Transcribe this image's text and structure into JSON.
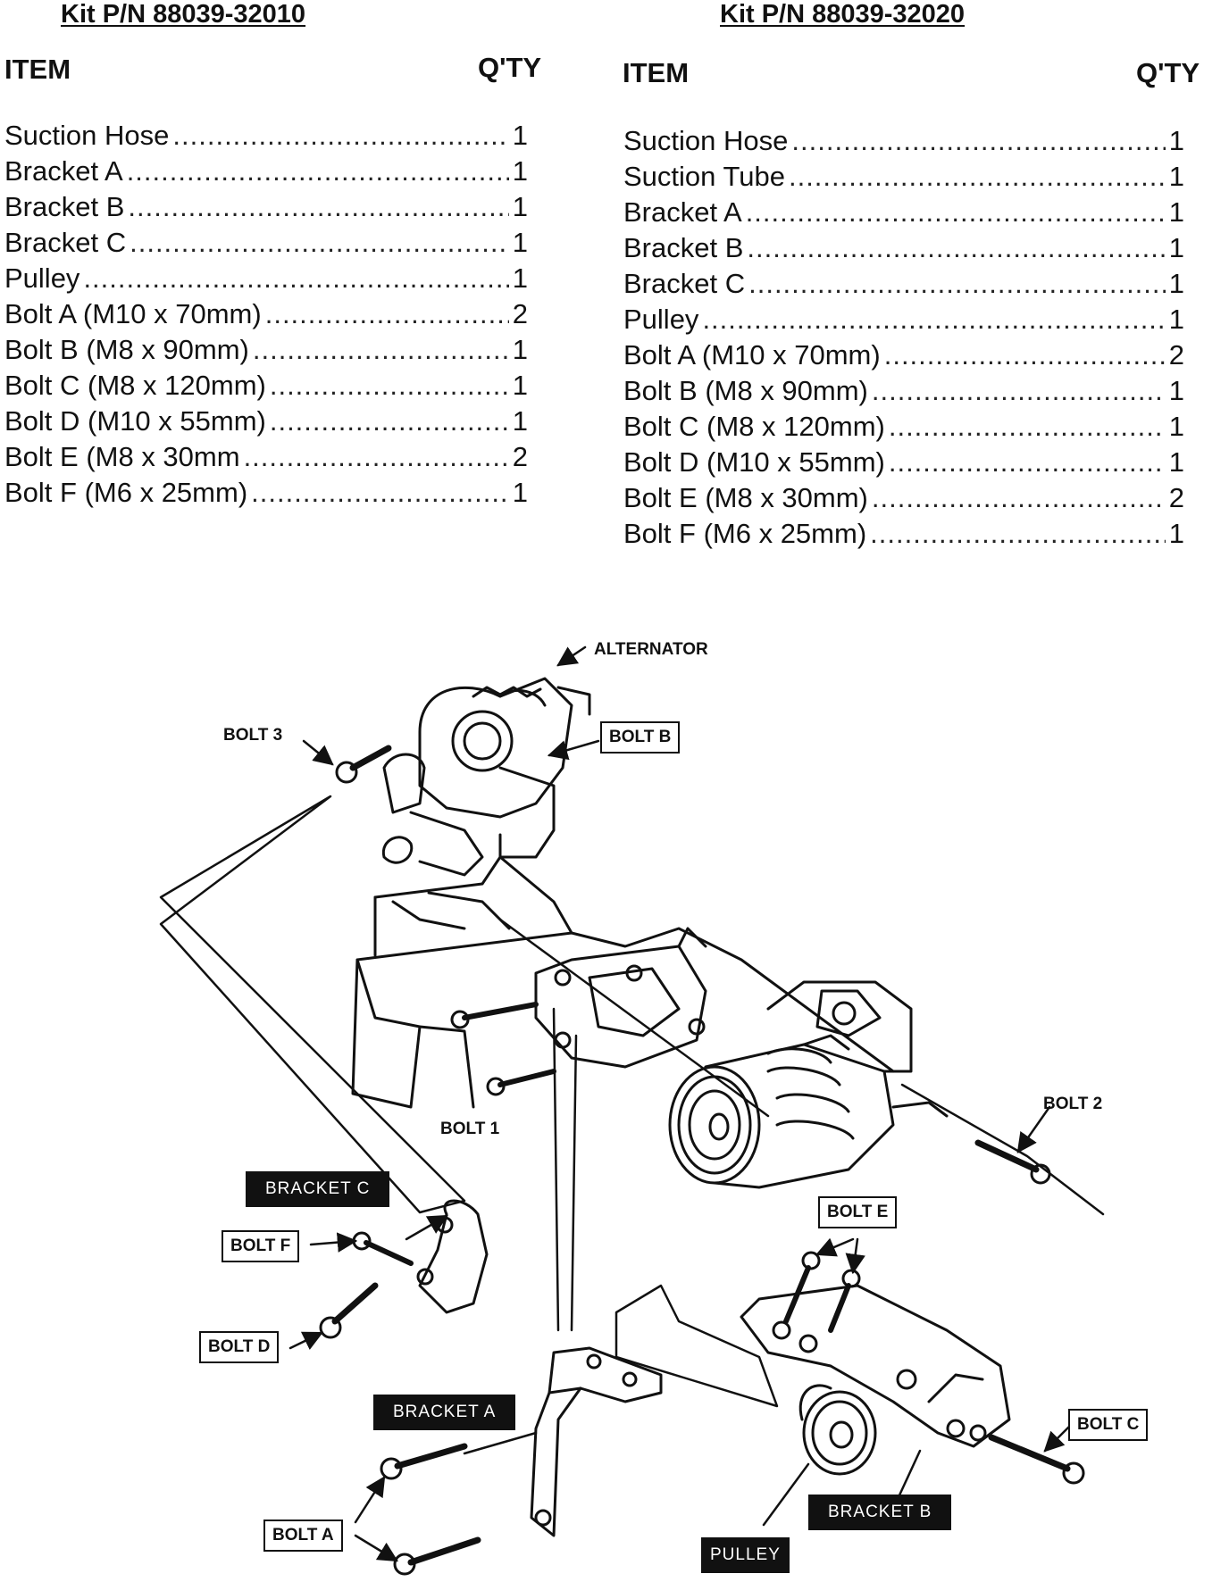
{
  "kits": [
    {
      "title": "Kit P/N 88039-32010",
      "item_header": "ITEM",
      "qty_header": "Q'TY",
      "items": [
        {
          "name": "Suction Hose",
          "qty": "1"
        },
        {
          "name": "Bracket A",
          "qty": "1"
        },
        {
          "name": "Bracket B",
          "qty": "1"
        },
        {
          "name": "Bracket C",
          "qty": "1"
        },
        {
          "name": "Pulley",
          "qty": "1"
        },
        {
          "name": "Bolt A (M10 x 70mm)",
          "qty": "2"
        },
        {
          "name": "Bolt B (M8 x 90mm)",
          "qty": "1"
        },
        {
          "name": "Bolt C (M8 x 120mm)",
          "qty": "1"
        },
        {
          "name": "Bolt D (M10 x 55mm)",
          "qty": "1"
        },
        {
          "name": "Bolt E (M8 x 30mm",
          "qty": "2"
        },
        {
          "name": "Bolt F (M6 x 25mm)",
          "qty": "1"
        }
      ]
    },
    {
      "title": "Kit P/N 88039-32020",
      "item_header": "ITEM",
      "qty_header": "Q'TY",
      "items": [
        {
          "name": "Suction Hose",
          "qty": "1"
        },
        {
          "name": "Suction Tube",
          "qty": "1"
        },
        {
          "name": "Bracket A",
          "qty": "1"
        },
        {
          "name": "Bracket B",
          "qty": "1"
        },
        {
          "name": "Bracket C",
          "qty": "1"
        },
        {
          "name": "Pulley",
          "qty": "1"
        },
        {
          "name": "Bolt A (M10 x 70mm)",
          "qty": "2"
        },
        {
          "name": "Bolt B (M8 x 90mm)",
          "qty": "1"
        },
        {
          "name": "Bolt C (M8 x 120mm)",
          "qty": "1"
        },
        {
          "name": "Bolt D (M10 x 55mm)",
          "qty": "1"
        },
        {
          "name": "Bolt E (M8 x 30mm)",
          "qty": "2"
        },
        {
          "name": "Bolt F (M6 x 25mm)",
          "qty": "1"
        }
      ]
    }
  ],
  "diagram": {
    "labels": {
      "alternator": "ALTERNATOR",
      "bolt_3": "BOLT 3",
      "bolt_b": "BOLT B",
      "bolt_1": "BOLT 1",
      "bolt_2": "BOLT 2",
      "bracket_c": "BRACKET C",
      "bolt_f": "BOLT F",
      "bolt_d": "BOLT D",
      "bolt_e": "BOLT E",
      "bracket_a": "BRACKET A",
      "bolt_c": "BOLT C",
      "bolt_a": "BOLT A",
      "bracket_b": "BRACKET B",
      "pulley": "PULLEY"
    }
  }
}
